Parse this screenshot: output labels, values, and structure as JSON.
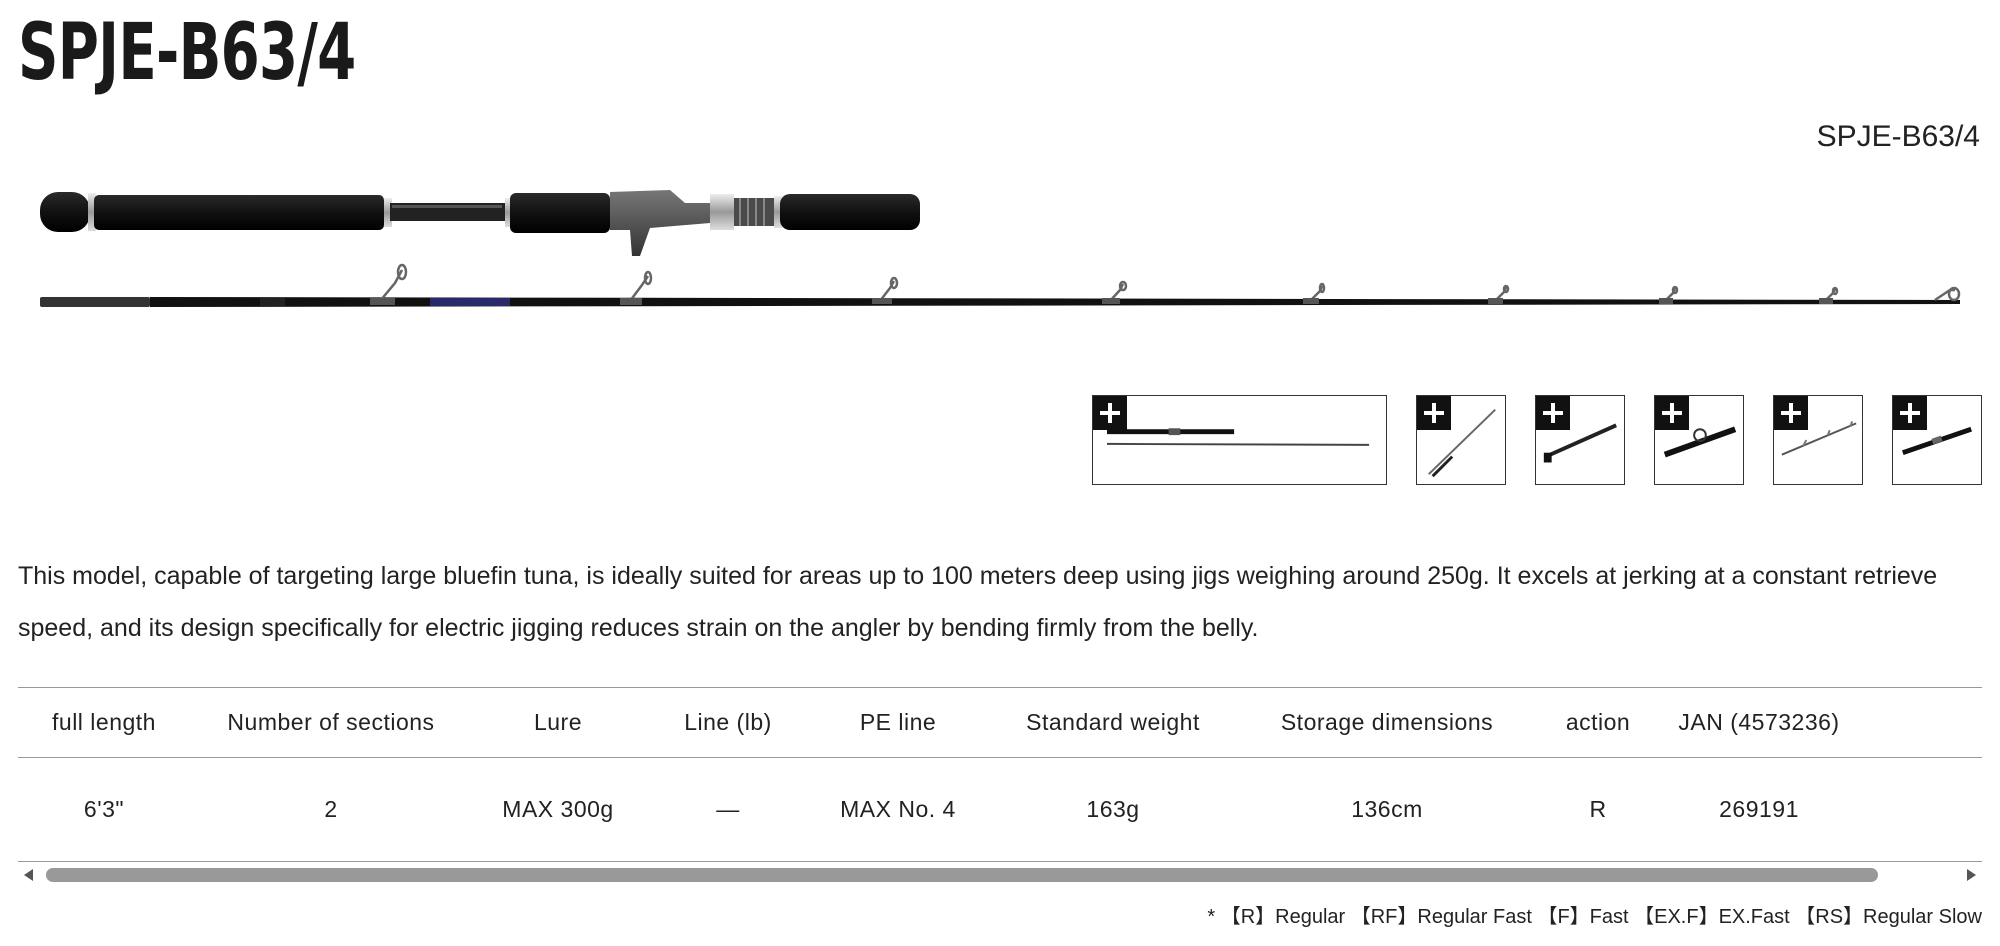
{
  "product": {
    "title": "SPJE-B63/4",
    "model_label": "SPJE-B63/4"
  },
  "thumbnails": [
    {
      "name": "thumb-full-rod",
      "icon": "plus-icon"
    },
    {
      "name": "thumb-tip",
      "icon": "plus-icon"
    },
    {
      "name": "thumb-blank",
      "icon": "plus-icon"
    },
    {
      "name": "thumb-reel-seat",
      "icon": "plus-icon"
    },
    {
      "name": "thumb-guides",
      "icon": "plus-icon"
    },
    {
      "name": "thumb-butt",
      "icon": "plus-icon"
    }
  ],
  "description": "This model, capable of targeting large bluefin tuna, is ideally suited for areas up to 100 meters deep using jigs weighing around 250g. It excels at jerking at a constant retrieve speed, and its design specifically for electric jigging reduces strain on the angler by bending firmly from the belly.",
  "spec_table": {
    "headers": [
      "full length",
      "Number of sections",
      "Lure",
      "Line (lb)",
      "PE line",
      "Standard weight",
      "Storage dimensions",
      "action",
      "JAN (4573236)"
    ],
    "rows": [
      [
        "6'3\"",
        "2",
        "MAX 300g",
        "—",
        "MAX No. 4",
        "163g",
        "136cm",
        "R",
        "269191"
      ]
    ]
  },
  "footnote": "* 【R】Regular 【RF】Regular Fast 【F】Fast 【EX.F】EX.Fast 【RS】Regular Slow"
}
